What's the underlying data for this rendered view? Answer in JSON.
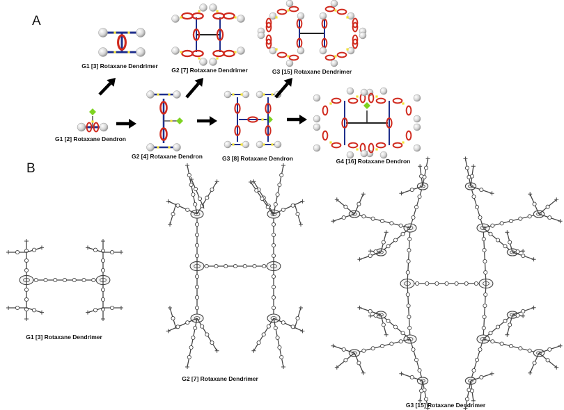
{
  "panels": {
    "a": {
      "letter": "A",
      "items": {
        "g1_dendron": "G1 [2] Rotaxane Dendron",
        "g2_dendron": "G2 [4] Rotaxane Dendron",
        "g3_dendron": "G3 [8] Rotaxane Dendron",
        "g4_dendron": "G4 [16] Rotaxane Dendron",
        "g1_dendrimer": "G1 [3] Rotaxane Dendrimer",
        "g2_dendrimer": "G2 [7] Rotaxane Dendrimer",
        "g3_dendrimer": "G3 [15] Rotaxane Dendrimer"
      }
    },
    "b": {
      "letter": "B",
      "items": {
        "g1_dendrimer": "G1 [3] Rotaxane Dendrimer",
        "g2_dendrimer": "G2 [7] Rotaxane Dendrimer",
        "g3_dendrimer": "G3 [15] Rotaxane Dendrimer"
      }
    }
  },
  "colors": {
    "ring": "#d02a1e",
    "axle": "#1f2f8c",
    "linker": "#f2e23a",
    "stopper": "#cfcfcf",
    "focal": "#7ed321",
    "arrow": "#000000",
    "structure": "#444444"
  }
}
